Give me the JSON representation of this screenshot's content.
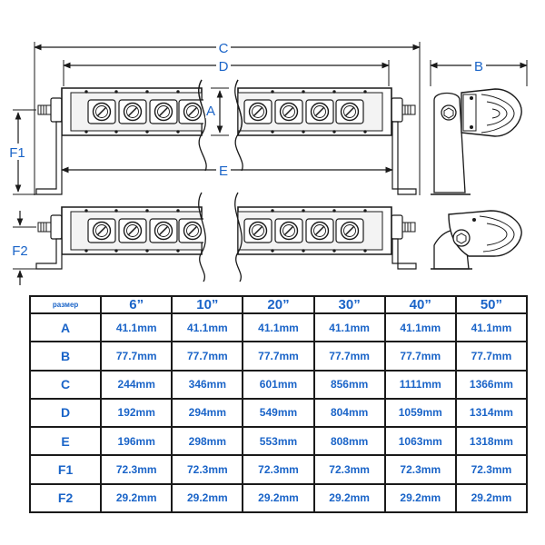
{
  "dimension_labels": {
    "C": "C",
    "D": "D",
    "B": "B",
    "A": "A",
    "E": "E",
    "F1": "F1",
    "F2": "F2"
  },
  "colors": {
    "accent": "#1a64c8",
    "line": "#1a1a1a"
  },
  "table": {
    "corner_label": "размер",
    "columns": [
      "6”",
      "10”",
      "20”",
      "30”",
      "40”",
      "50”"
    ],
    "rows": [
      {
        "label": "A",
        "values": [
          "41.1mm",
          "41.1mm",
          "41.1mm",
          "41.1mm",
          "41.1mm",
          "41.1mm"
        ]
      },
      {
        "label": "B",
        "values": [
          "77.7mm",
          "77.7mm",
          "77.7mm",
          "77.7mm",
          "77.7mm",
          "77.7mm"
        ]
      },
      {
        "label": "C",
        "values": [
          "244mm",
          "346mm",
          "601mm",
          "856mm",
          "1111mm",
          "1366mm"
        ]
      },
      {
        "label": "D",
        "values": [
          "192mm",
          "294mm",
          "549mm",
          "804mm",
          "1059mm",
          "1314mm"
        ]
      },
      {
        "label": "E",
        "values": [
          "196mm",
          "298mm",
          "553mm",
          "808mm",
          "1063mm",
          "1318mm"
        ]
      },
      {
        "label": "F1",
        "values": [
          "72.3mm",
          "72.3mm",
          "72.3mm",
          "72.3mm",
          "72.3mm",
          "72.3mm"
        ]
      },
      {
        "label": "F2",
        "values": [
          "29.2mm",
          "29.2mm",
          "29.2mm",
          "29.2mm",
          "29.2mm",
          "29.2mm"
        ]
      }
    ]
  }
}
